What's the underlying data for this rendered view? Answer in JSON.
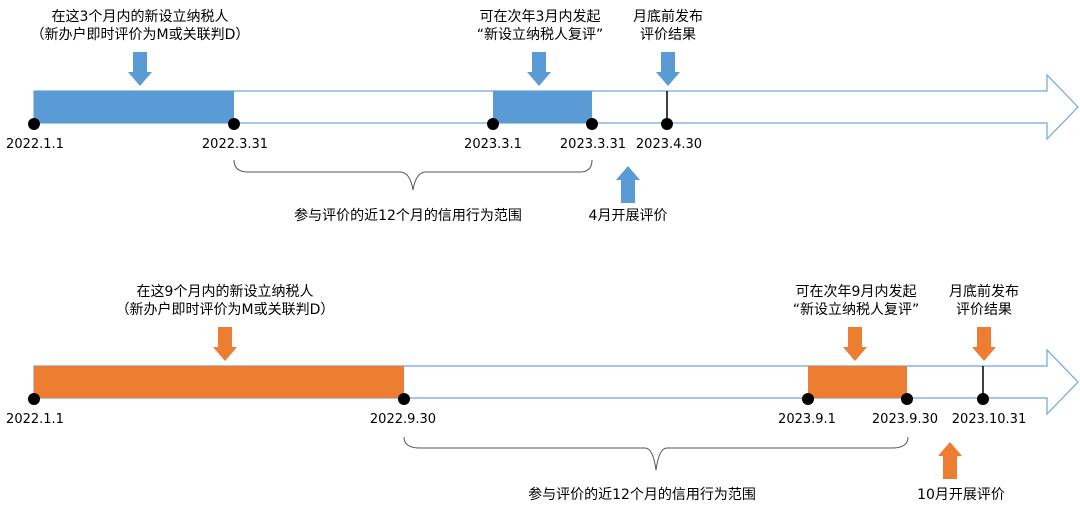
{
  "colors": {
    "blue_fill": "#5b9bd5",
    "blue_outline": "#5b9bd5",
    "orange_fill": "#ed7d31",
    "timeline_outline": "#6fa8dc",
    "dot": "#000000",
    "brace": "#555555"
  },
  "panels": [
    {
      "theme": "blue",
      "dates": [
        "2022.1.1",
        "2022.3.31",
        "2023.3.1",
        "2023.3.31",
        "2023.4.30"
      ],
      "callout_left_line1": "在这3个月内的新设立纳税人",
      "callout_left_line2": "（新办户即时评价为M或关联判D）",
      "callout_mid_line1": "可在次年3月内发起",
      "callout_mid_line2": "“新设立纳税人复评”",
      "callout_right_line1": "月底前发布",
      "callout_right_line2": "评价结果",
      "range_label": "参与评价的近12个月的信用行为范围",
      "start_label": "4月开展评价"
    },
    {
      "theme": "orange",
      "dates": [
        "2022.1.1",
        "2022.9.30",
        "2023.9.1",
        "2023.9.30",
        "2023.10.31"
      ],
      "callout_left_line1": "在这9个月内的新设立纳税人",
      "callout_left_line2": "（新办户即时评价为M或关联判D）",
      "callout_mid_line1": "可在次年9月内发起",
      "callout_mid_line2": "“新设立纳税人复评”",
      "callout_right_line1": "月底前发布",
      "callout_right_line2": "评价结果",
      "range_label": "参与评价的近12个月的信用行为范围",
      "start_label": "10月开展评价"
    }
  ]
}
